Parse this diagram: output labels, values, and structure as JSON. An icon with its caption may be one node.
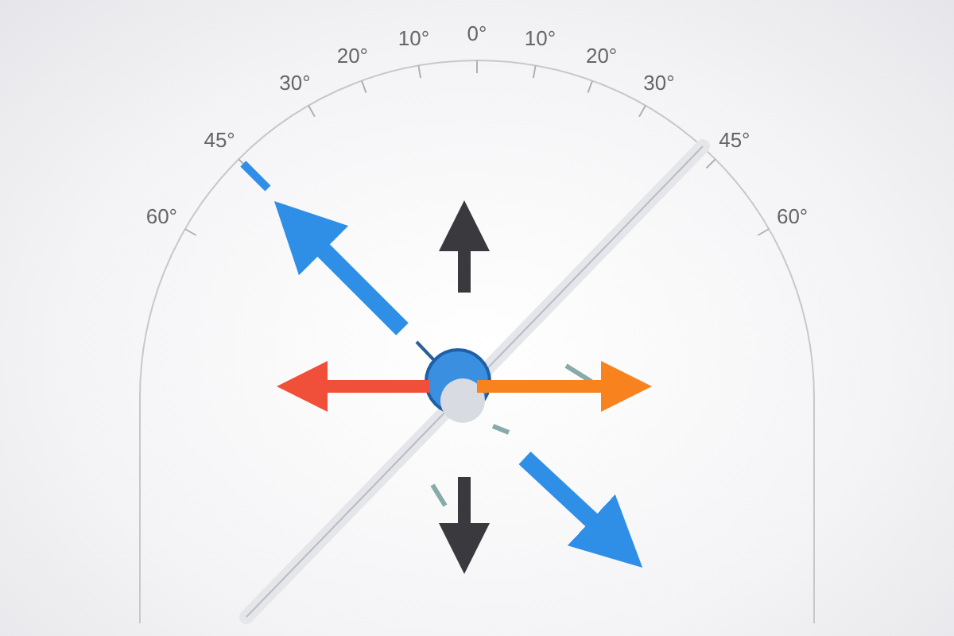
{
  "diagram": {
    "labels": [
      "60°",
      "45°",
      "30°",
      "20°",
      "10°",
      "0°",
      "10°",
      "20°",
      "30°",
      "45°",
      "60°"
    ]
  }
}
